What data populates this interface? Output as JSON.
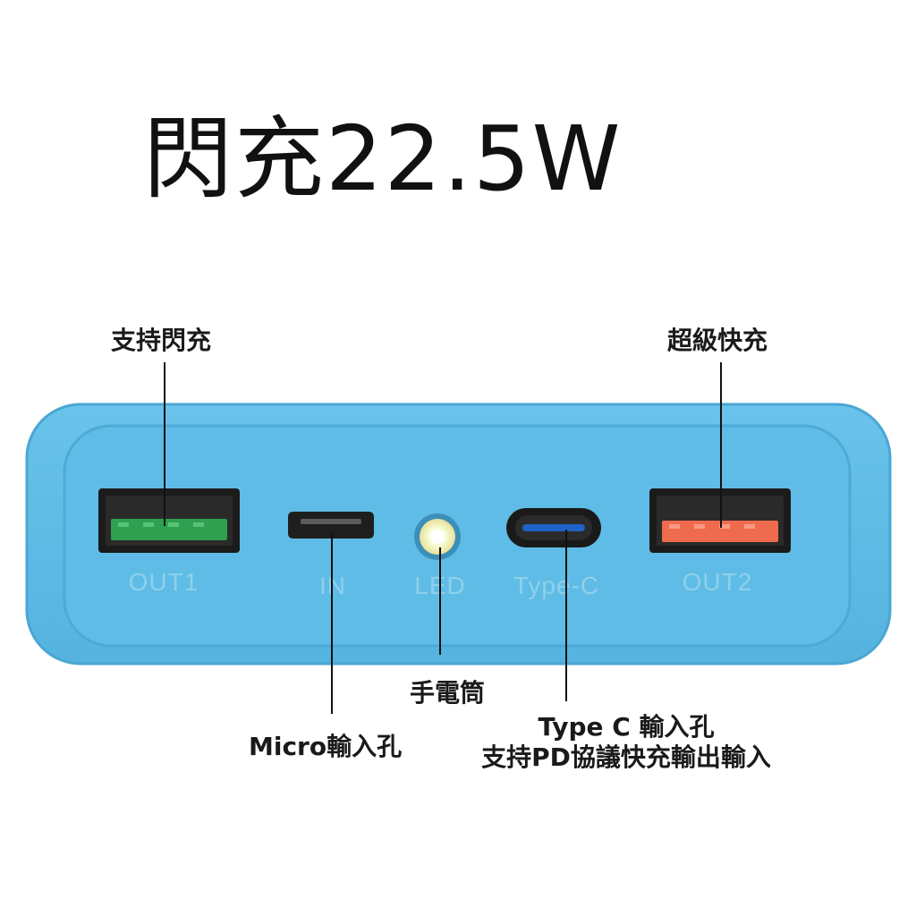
{
  "headline": "閃充22.5W",
  "callouts": {
    "out1": "支持閃充",
    "out2": "超級快充",
    "flashlight": "手電筒",
    "micro": "Micro輸入孔",
    "typec_line1": "Type C 輸入孔",
    "typec_line2": "支持PD協議快充輸出輸入"
  },
  "ports": [
    {
      "id": "out1",
      "label": "OUT1",
      "type": "usb-a",
      "tongue_color": "#2ea04f"
    },
    {
      "id": "in",
      "label": "IN",
      "type": "micro-usb"
    },
    {
      "id": "led",
      "label": "LED",
      "type": "led"
    },
    {
      "id": "typec",
      "label": "Type-C",
      "type": "usb-c",
      "accent_color": "#1f63c8"
    },
    {
      "id": "out2",
      "label": "OUT2",
      "type": "usb-a",
      "tongue_color": "#f06b4e"
    }
  ],
  "colors": {
    "body": "#5bb8e3",
    "body_edge": "#4ba6d2",
    "panel": "#5fbce6",
    "engraving": "#8fd0ea",
    "leader": "#111111"
  }
}
